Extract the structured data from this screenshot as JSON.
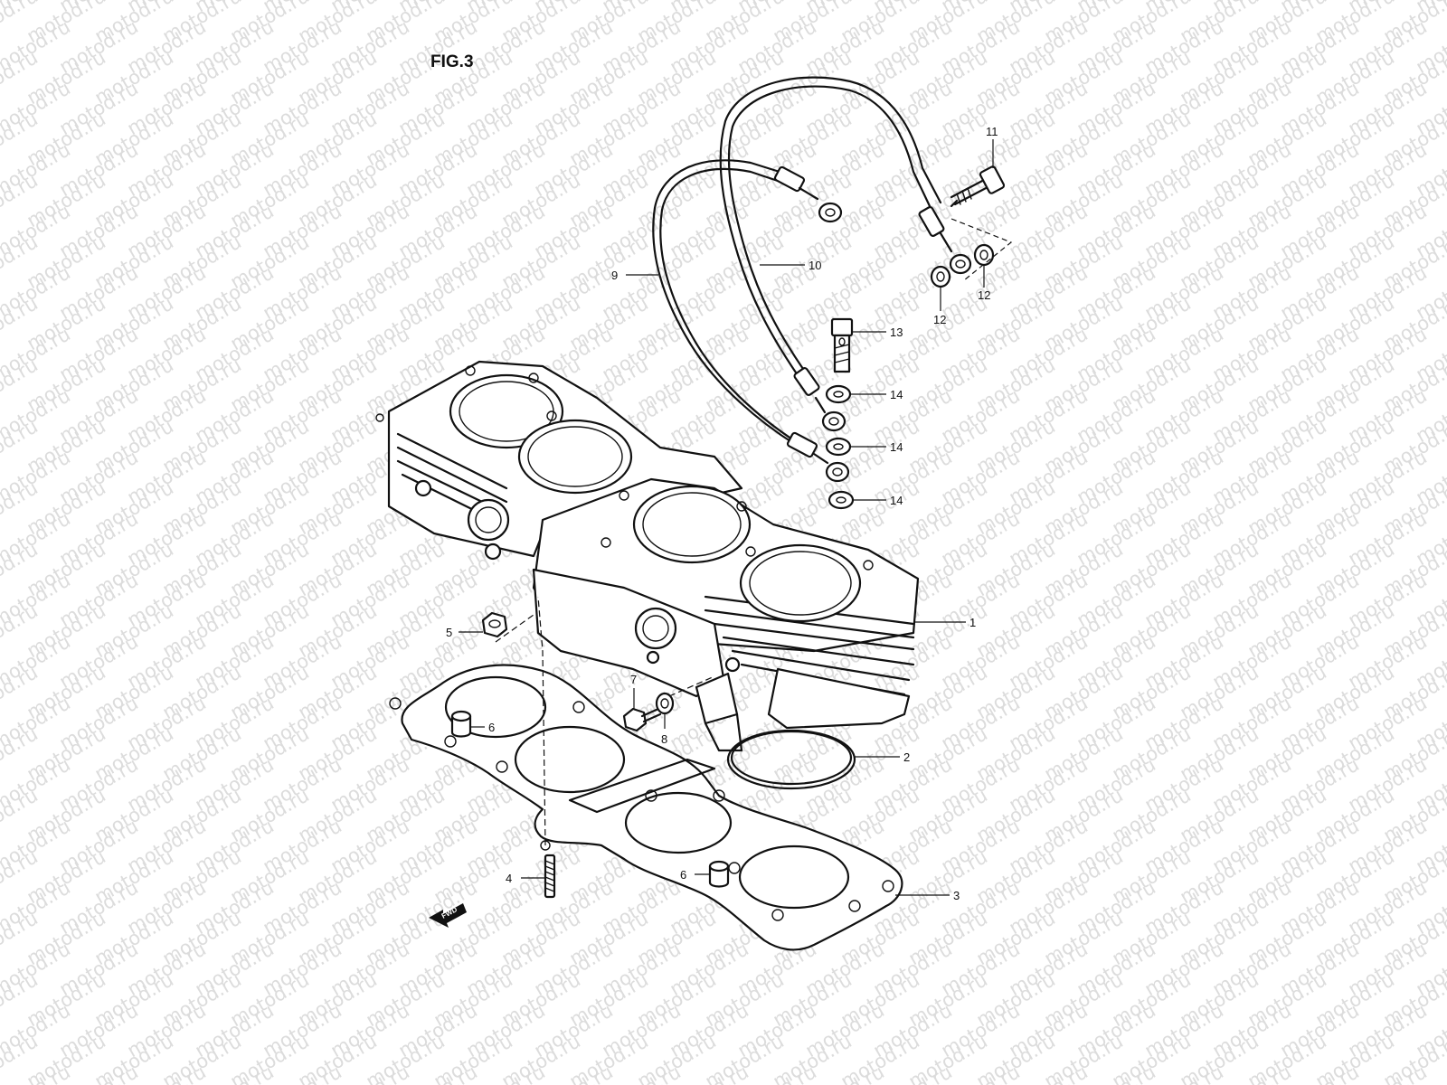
{
  "figure": {
    "title": "FIG.3"
  },
  "watermark": {
    "text": "motod.ru"
  },
  "fwd_label": "FWD",
  "callouts": {
    "c1": "1",
    "c2": "2",
    "c3": "3",
    "c4": "4",
    "c5": "5",
    "c6a": "6",
    "c6b": "6",
    "c7": "7",
    "c8": "8",
    "c9": "9",
    "c10": "10",
    "c11": "11",
    "c12a": "12",
    "c12b": "12",
    "c13": "13",
    "c14a": "14",
    "c14b": "14",
    "c14c": "14"
  }
}
